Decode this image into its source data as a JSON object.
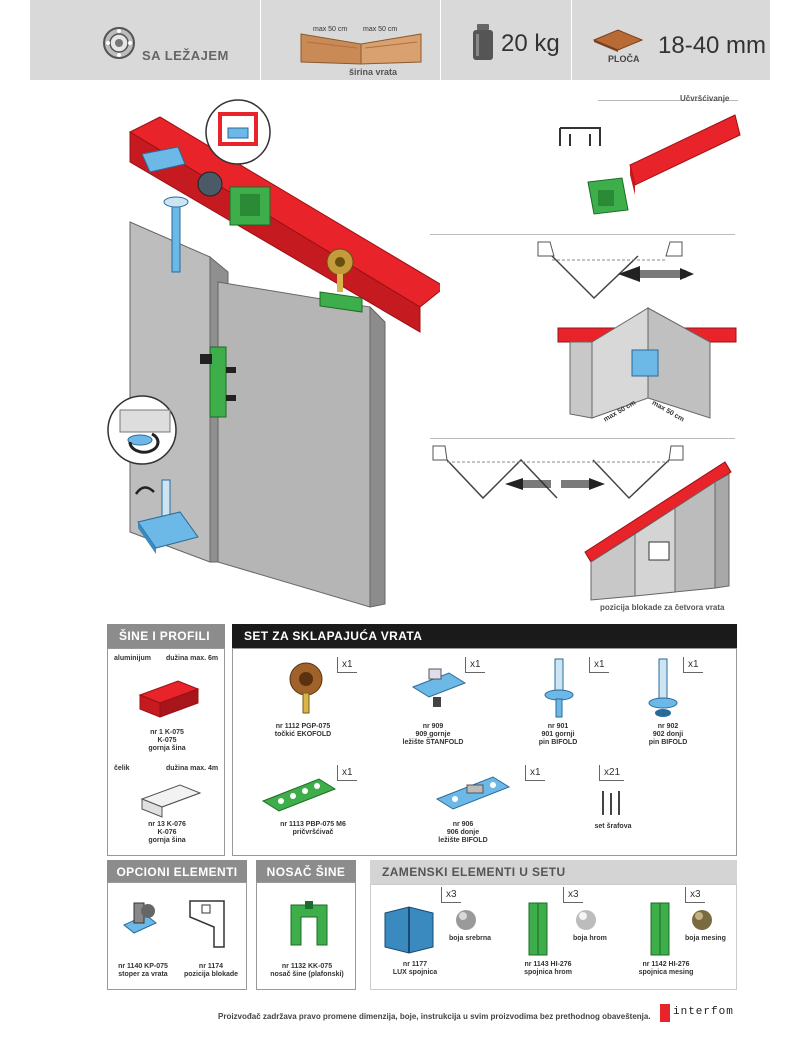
{
  "header": {
    "bearing_label": "SA LEŽAJEM",
    "width_left": "max 50 cm",
    "width_right": "max 50 cm",
    "width_caption": "širina vrata",
    "weight": "20 kg",
    "board_label": "PLOČA",
    "thickness": "18-40 mm"
  },
  "diagram": {
    "fixing_label": "Učvršćivanje",
    "dim_left": "max 50 cm",
    "dim_right": "max 50 cm",
    "lock_caption": "pozicija blokade za četvora vrata"
  },
  "rails": {
    "title": "ŠINE I PROFILI",
    "aluminium_label": "aluminijum",
    "aluminium_length": "dužina max. 6m",
    "k075": [
      "nr 1 K-075",
      "K-075",
      "gornja šina"
    ],
    "steel_label": "čelik",
    "steel_length": "dužina max. 4m",
    "k076": [
      "nr 13 K-076",
      "K-076",
      "gornja šina"
    ]
  },
  "set": {
    "title": "SET ZA SKLAPAJUĆA VRATA",
    "items": [
      {
        "qty": "x1",
        "lines": [
          "nr 1112 PGP-075",
          "točkić EKOFOLD"
        ]
      },
      {
        "qty": "x1",
        "lines": [
          "nr 909",
          "909 gornje",
          "ležište ŠTANFOLD"
        ]
      },
      {
        "qty": "x1",
        "lines": [
          "nr 901",
          "901 gornji",
          "pin BIFOLD"
        ]
      },
      {
        "qty": "x1",
        "lines": [
          "nr 902",
          "902 donji",
          "pin BIFOLD"
        ]
      },
      {
        "qty": "x1",
        "lines": [
          "nr 1113 PBP-075 M6",
          "pričvršćivač"
        ]
      },
      {
        "qty": "x1",
        "lines": [
          "nr 906",
          "906 donje",
          "ležište BIFOLD"
        ]
      },
      {
        "qty": "x21",
        "lines": [
          "set šrafova"
        ]
      }
    ]
  },
  "optional": {
    "title": "OPCIONI ELEMENTI",
    "items": [
      {
        "lines": [
          "nr 1140 KP-075",
          "stoper za vrata"
        ]
      },
      {
        "lines": [
          "nr 1174",
          "pozicija blokade"
        ]
      }
    ]
  },
  "holder": {
    "title": "NOSAČ ŠINE",
    "lines": [
      "nr 1132 KK-075",
      "nosač šine (plafonski)"
    ]
  },
  "replacement": {
    "title": "ZAMENSKI ELEMENTI U SETU",
    "items": [
      {
        "qty": "x3",
        "color_label": "boja srebrna",
        "lines": [
          "nr 1177",
          "LUX spojnica"
        ]
      },
      {
        "qty": "x3",
        "color_label": "boja hrom",
        "lines": [
          "nr 1143 HI-276",
          "spojnica hrom"
        ]
      },
      {
        "qty": "x3",
        "color_label": "boja mesing",
        "lines": [
          "nr 1142 HI-276",
          "spojnica mesing"
        ]
      }
    ]
  },
  "footer": {
    "disclaimer": "Proizvođač zadržava pravo promene dimenzija, boje, instrukcija u svim proizvodima bez prethodnog obaveštenja.",
    "brand": "interfom"
  },
  "colors": {
    "rail_red": "#e8232a",
    "fitting_green": "#3dae49",
    "fitting_blue": "#6cb8e6",
    "door_grey": "#b8b8b8",
    "header_grey": "#d9d9d9"
  }
}
